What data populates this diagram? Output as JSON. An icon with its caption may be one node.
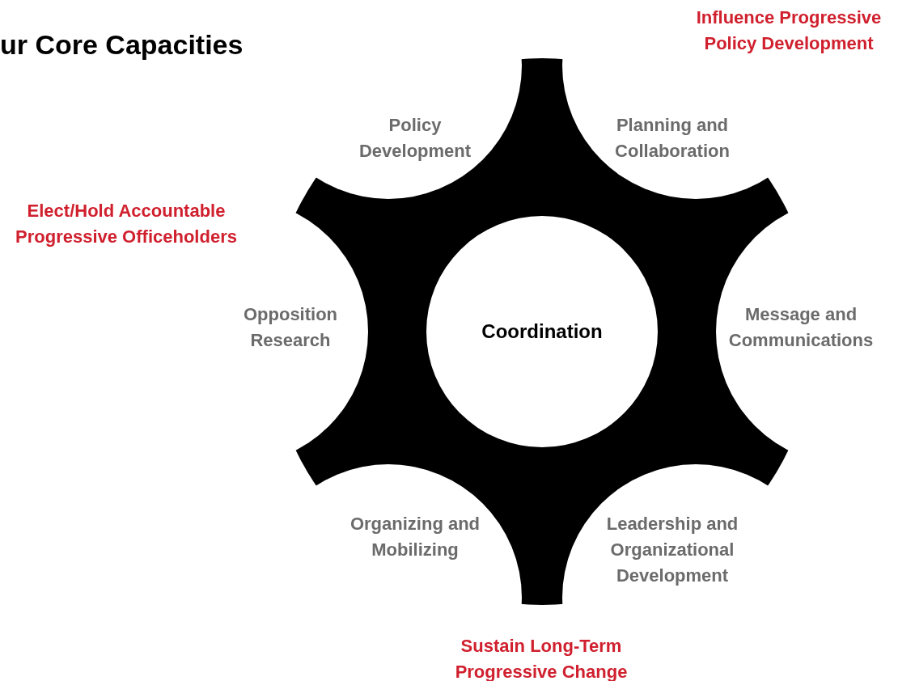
{
  "diagram": {
    "title": "ur Core Capacities",
    "nodes": [
      {
        "text": [
          "Coordination"
        ]
      }
    ],
    "labels": [
      "Influence Progressive Policy Development",
      "Policy Development",
      "Planning and Collaboration",
      "Elect/Hold Accountable Progressive Officeholders",
      "Opposition Research",
      "Message and Communications",
      "Organizing and Mobilizing",
      "Leadership and Organizational Development",
      "Sustain Long-Term Progressive Change"
    ]
  }
}
